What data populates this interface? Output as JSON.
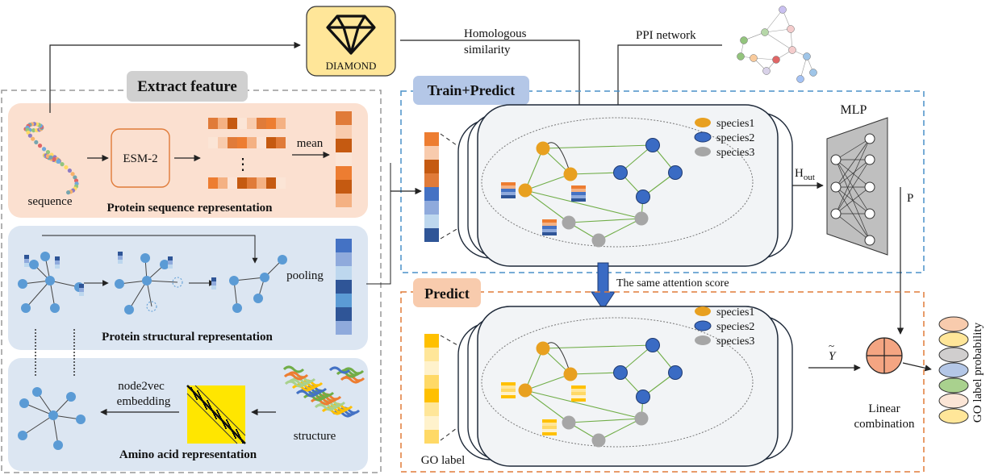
{
  "diamond": {
    "label": "DIAMOND"
  },
  "top_labels": {
    "homologous_line1": "Homologous",
    "homologous_line2": "similarity",
    "ppi": "PPI network"
  },
  "extract": {
    "title": "Extract feature",
    "seq": {
      "esm": "ESM-2",
      "mean": "mean",
      "sequence": "sequence",
      "caption": "Protein sequence representation",
      "dots": "⋮"
    },
    "struct": {
      "pooling": "pooling",
      "caption": "Protein structural representation"
    },
    "amino": {
      "node2vec_line1": "node2vec",
      "node2vec_line2": "embedding",
      "structure": "structure",
      "caption": "Amino acid representation"
    }
  },
  "train": {
    "title": "Train+Predict",
    "legend": [
      "species1",
      "species2",
      "species3"
    ]
  },
  "mlp": {
    "title": "MLP",
    "h_out": "H",
    "h_out_sub": "out",
    "p": "P"
  },
  "attention_note": "The same attention score",
  "predict": {
    "title": "Predict",
    "legend": [
      "species1",
      "species2",
      "species3"
    ],
    "go_label": "GO label"
  },
  "combo": {
    "y_hat": "Y",
    "line1": "Linear",
    "line2": "combination",
    "go_prob": "GO label probability"
  },
  "colors": {
    "species1": "#E8A020",
    "species2": "#3A6BC4",
    "species3": "#A6A6A6",
    "seq_panel": "#FBE0D0",
    "blue_panel": "#DCE6F2",
    "extract_border": "#999999",
    "train_border": "#4A90C8",
    "predict_border": "#E07B39",
    "train_title_bg": "#B4C7E7",
    "predict_title_bg": "#F8CBAD",
    "extract_title_bg": "#D0D0D0",
    "diamond_bg": "#FFE699"
  }
}
